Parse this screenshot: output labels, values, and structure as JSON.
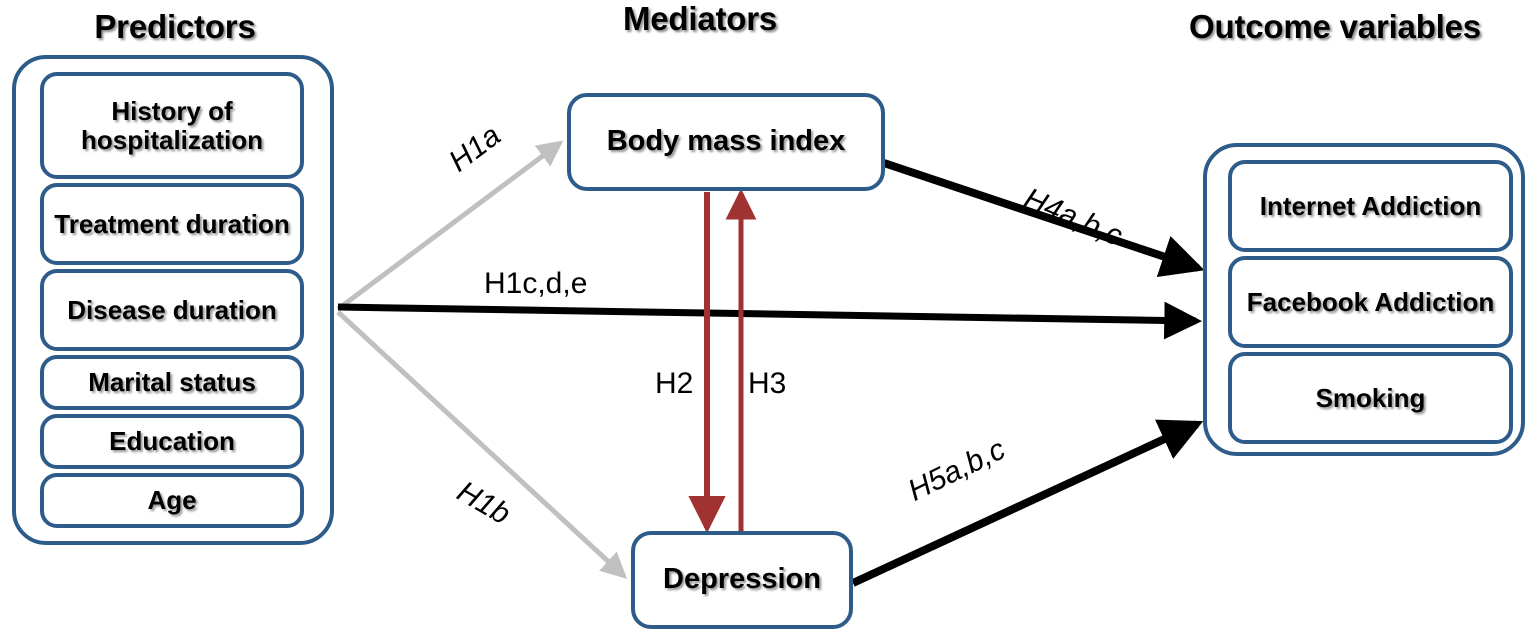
{
  "columns": {
    "predictors_title": "Predictors",
    "mediators_title": "Mediators",
    "outcomes_title": "Outcome variables"
  },
  "predictors": [
    {
      "label": "History of hospitalization"
    },
    {
      "label": "Treatment duration"
    },
    {
      "label": "Disease duration"
    },
    {
      "label": "Marital status"
    },
    {
      "label": "Education"
    },
    {
      "label": "Age"
    }
  ],
  "mediators": [
    {
      "label": "Body mass index"
    },
    {
      "label": "Depression"
    }
  ],
  "outcomes": [
    {
      "label": "Internet Addiction"
    },
    {
      "label": "Facebook Addiction"
    },
    {
      "label": "Smoking"
    }
  ],
  "edges": [
    {
      "id": "h1a",
      "label": "H1a",
      "from": "predictors",
      "to": "body-mass-index",
      "color": "#C0C0C0",
      "style": "italic"
    },
    {
      "id": "h1b",
      "label": "H1b",
      "from": "predictors",
      "to": "depression",
      "color": "#C0C0C0",
      "style": "italic"
    },
    {
      "id": "h1cde",
      "label": "H1c,d,e",
      "from": "predictors",
      "to": "outcomes",
      "color": "#000000",
      "style": "regular"
    },
    {
      "id": "h2",
      "label": "H2",
      "from": "body-mass-index",
      "to": "depression",
      "color": "#A13232",
      "style": "regular"
    },
    {
      "id": "h3",
      "label": "H3",
      "from": "depression",
      "to": "body-mass-index",
      "color": "#A13232",
      "style": "regular"
    },
    {
      "id": "h4abc",
      "label": "H4a,b,c",
      "from": "body-mass-index",
      "to": "outcomes",
      "color": "#000000",
      "style": "italic"
    },
    {
      "id": "h5abc",
      "label": "H5a,b,c",
      "from": "depression",
      "to": "outcomes",
      "color": "#000000",
      "style": "italic"
    }
  ],
  "colors": {
    "box_border_blue": "#2E5C8A",
    "arrow_black": "#000000",
    "arrow_gray": "#C0C0C0",
    "arrow_red": "#A13232",
    "background": "#FFFFFF"
  }
}
